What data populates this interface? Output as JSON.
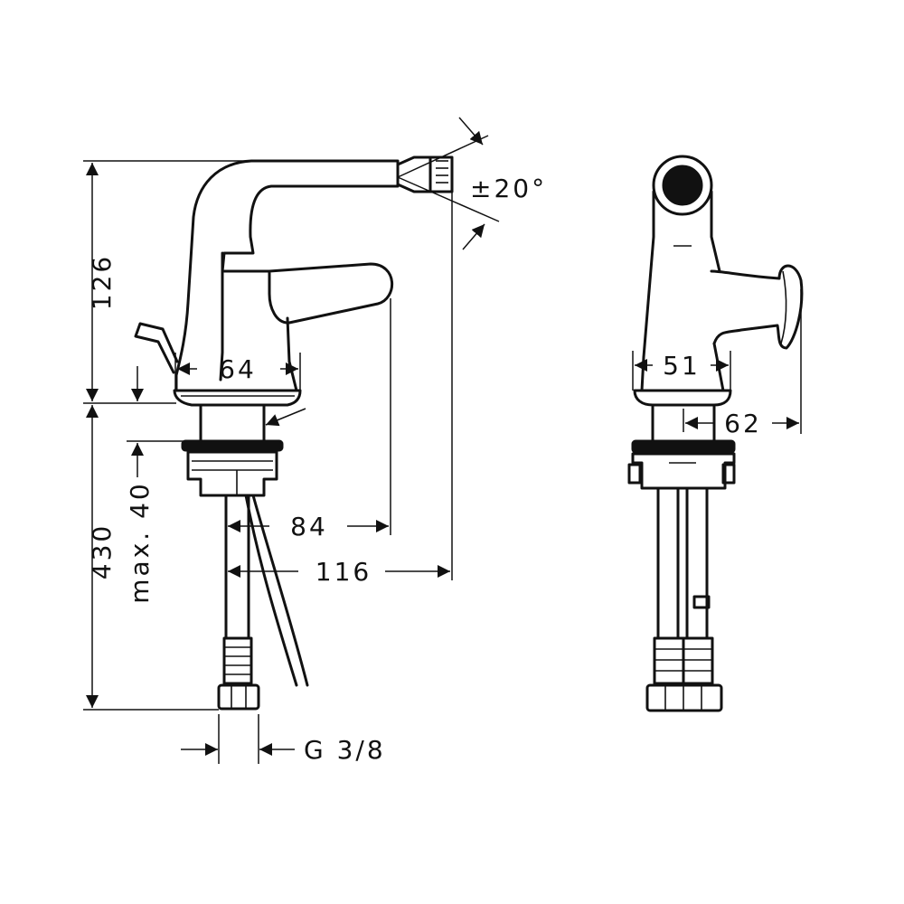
{
  "dimensions": {
    "height_spout": "126",
    "height_total": "430",
    "max_thickness": "max. 40",
    "base_width_side": "64",
    "spout_reach_lever": "84",
    "spout_reach": "116",
    "thread": "G 3/8",
    "swivel_angle": "±20°",
    "base_width_front": "51",
    "lever_depth": "62"
  },
  "colors": {
    "line": "#111111",
    "background": "#ffffff"
  }
}
